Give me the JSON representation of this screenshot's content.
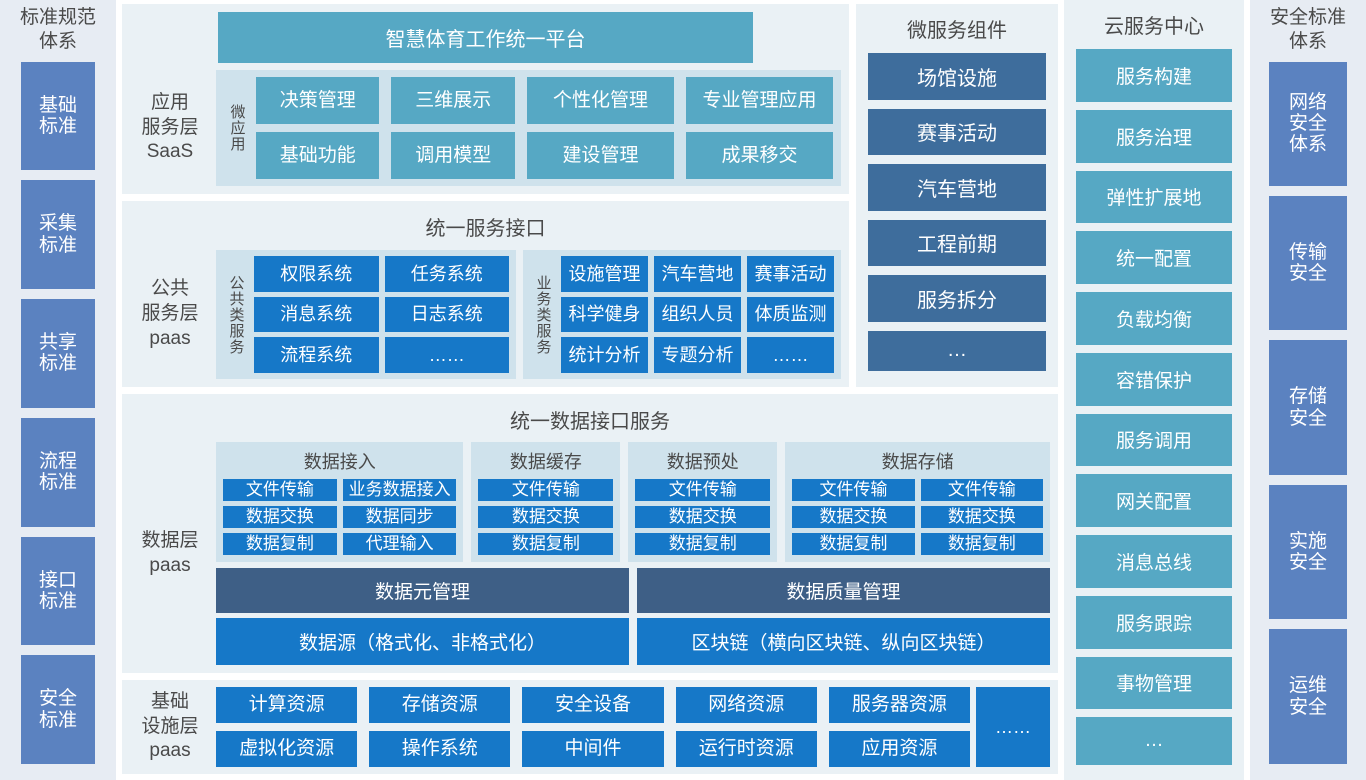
{
  "left_standards": {
    "title": "标准规范\n体系",
    "items": [
      {
        "label": "基础\n标准"
      },
      {
        "label": "采集\n标准"
      },
      {
        "label": "共享\n标准"
      },
      {
        "label": "流程\n标准"
      },
      {
        "label": "接口\n标准"
      },
      {
        "label": "安全\n标准"
      }
    ]
  },
  "right_standards": {
    "title": "安全标准\n体系",
    "items": [
      {
        "label": "网络\n安全\n体系"
      },
      {
        "label": "传输\n安全"
      },
      {
        "label": "存储\n安全"
      },
      {
        "label": "实施\n安全"
      },
      {
        "label": "运维\n安全"
      }
    ]
  },
  "app_layer": {
    "label": "应用\n服务层\nSaaS",
    "platform_banner": "智慧体育工作统一平台",
    "group_label": "微应用",
    "items": [
      "决策管理",
      "三维展示",
      "个性化管理",
      "专业管理应用",
      "基础功能",
      "调用模型",
      "建设管理",
      "成果移交"
    ]
  },
  "public_layer": {
    "label": "公共\n服务层\npaas",
    "banner": "统一服务接口",
    "groups": [
      {
        "vlabel": "公共类服务",
        "items": [
          "权限系统",
          "任务系统",
          "消息系统",
          "日志系统",
          "流程系统",
          "……"
        ]
      },
      {
        "vlabel": "业务类服务",
        "items": [
          "设施管理",
          "汽车营地",
          "赛事活动",
          "科学健身",
          "组织人员",
          "体质监测",
          "统计分析",
          "专题分析",
          "……"
        ]
      }
    ]
  },
  "data_layer": {
    "label": "数据层\npaas",
    "banner": "统一数据接口服务",
    "groups": [
      {
        "title": "数据接入",
        "columns": 2,
        "items": [
          "文件传输",
          "业务数据接入",
          "数据交换",
          "数据同步",
          "数据复制",
          "代理输入"
        ]
      },
      {
        "title": "数据缓存",
        "columns": 1,
        "items": [
          "文件传输",
          "数据交换",
          "数据复制"
        ]
      },
      {
        "title": "数据预处",
        "columns": 1,
        "items": [
          "文件传输",
          "数据交换",
          "数据复制"
        ]
      },
      {
        "title": "数据存储",
        "columns": 2,
        "items": [
          "文件传输",
          "文件传输",
          "数据交换",
          "数据交换",
          "数据复制",
          "数据复制"
        ]
      }
    ],
    "bars": [
      {
        "dark": "数据元管理",
        "blue": "数据源（格式化、非格式化）"
      },
      {
        "dark": "数据质量管理",
        "blue": "区块链（横向区块链、纵向区块链）"
      }
    ]
  },
  "infra_layer": {
    "label": "基础\n设施层\npaas",
    "items": [
      "计算资源",
      "存储资源",
      "安全设备",
      "网络资源",
      "服务器资源",
      "虚拟化资源",
      "操作系统",
      "中间件",
      "运行时资源",
      "应用资源"
    ],
    "tail": "……"
  },
  "micro_services": {
    "title": "微服务组件",
    "items": [
      "场馆设施",
      "赛事活动",
      "汽车营地",
      "工程前期",
      "服务拆分",
      "…"
    ]
  },
  "cloud_center": {
    "title": "云服务中心",
    "items": [
      "服务构建",
      "服务治理",
      "弹性扩展地",
      "统一配置",
      "负载均衡",
      "容错保护",
      "服务调用",
      "网关配置",
      "消息总线",
      "服务跟踪",
      "事物管理",
      "…"
    ]
  },
  "colors": {
    "panel_bg": "#eaf1f5",
    "subgroup_bg": "#cfe2ec",
    "teal": "#56a8c4",
    "bright_blue": "#1678c8",
    "dark_blue": "#3e6d9c",
    "slate": "#3e5f86",
    "standard_blue": "#5b82c0",
    "std_col_bg": "#e7ecf3"
  }
}
